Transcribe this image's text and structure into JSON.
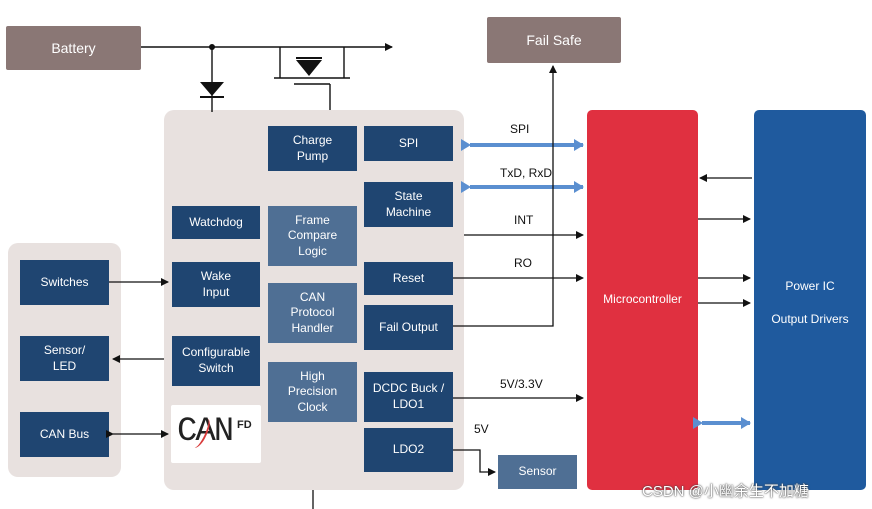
{
  "top": {
    "battery": "Battery",
    "fail_safe": "Fail Safe"
  },
  "sbc_blocks": {
    "charge_pump": "Charge\nPump",
    "spi": "SPI",
    "state_machine": "State\nMachine",
    "watchdog": "Watchdog",
    "frame_compare": "Frame\nCompare\nLogic",
    "wake_input": "Wake\nInput",
    "reset": "Reset",
    "can_protocol": "CAN\nProtocol\nHandler",
    "fail_output": "Fail Output",
    "configurable_switch": "Configurable\nSwitch",
    "high_precision_clock": "High\nPrecision\nClock",
    "dcdc": "DCDC Buck /\nLDO1",
    "ldo2": "LDO2"
  },
  "logo": {
    "text": "CAN",
    "superscript": "FD"
  },
  "external": {
    "switches": "Switches",
    "sensor_led": "Sensor/\nLED",
    "can_bus": "CAN Bus",
    "sensor": "Sensor"
  },
  "mcu": {
    "label": "Microcontroller"
  },
  "power_ic": {
    "line1": "Power IC",
    "line2": "Output Drivers"
  },
  "signals": {
    "spi": "SPI",
    "txrx": "TxD, RxD",
    "int": "INT",
    "ro": "RO",
    "v53": "5V/3.3V",
    "v5": "5V"
  },
  "watermark": "CSDN @小幽余生不加糖",
  "colors": {
    "dark_block": "#1f4571",
    "mid_block": "#4f6f94",
    "mcu": "#e03040",
    "power_ic": "#1f5a9e",
    "link": "#5b8fd0"
  }
}
